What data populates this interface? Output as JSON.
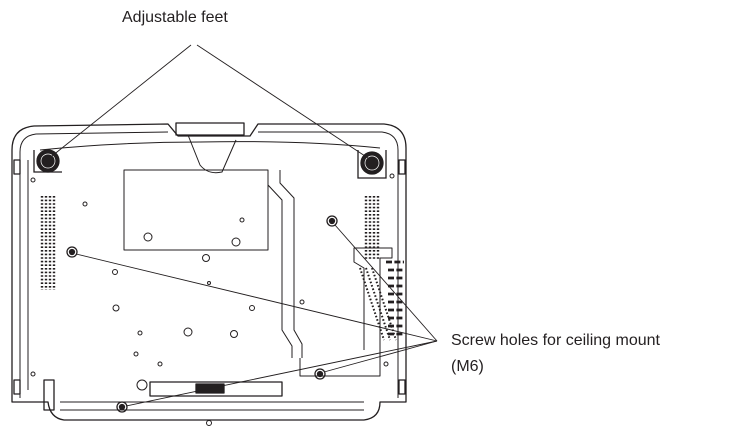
{
  "labels": {
    "adjustable_feet": "Adjustable feet",
    "screw_holes": "Screw holes for ceiling mount",
    "screw_spec": "(M6)"
  },
  "colors": {
    "outline": "#231f20",
    "leader": "#231f20",
    "background": "#ffffff"
  },
  "icons": [
    "adjustable-foot-icon",
    "screw-hole-icon",
    "vent-grille-icon"
  ]
}
